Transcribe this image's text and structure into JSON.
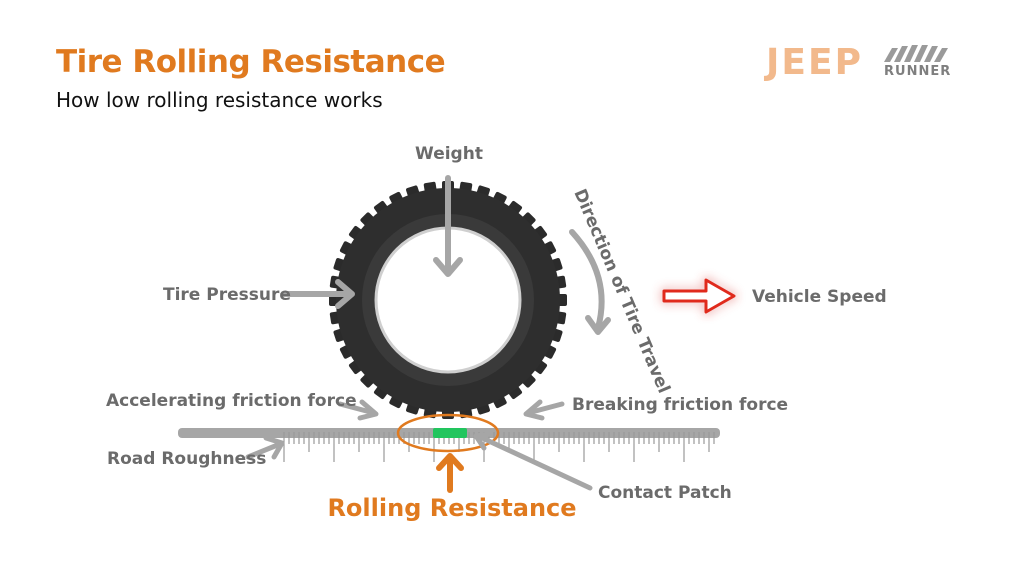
{
  "header": {
    "title": "Tire Rolling Resistance",
    "subtitle": "How low rolling resistance works"
  },
  "logo": {
    "word_main": "JEEP",
    "word_sub": "RUNNER",
    "main_color": "#f2b98c",
    "sub_color": "#7f7f7f"
  },
  "labels": {
    "weight": "Weight",
    "tire_pressure": "Tire Pressure",
    "direction": "Direction of Tire Travel",
    "vehicle_speed": "Vehicle Speed",
    "accelerating": "Accelerating friction force",
    "breaking": "Breaking friction force",
    "road_roughness": "Road Roughness",
    "contact_patch": "Contact Patch",
    "rolling_resistance": "Rolling Resistance"
  },
  "colors": {
    "title": "#e07a1f",
    "label_gray": "#6b6b6b",
    "arrow_gray": "#a6a6a6",
    "tire": "#2b2b2b",
    "speed_arrow": "#e02b1a",
    "contact_patch": "#22c55e",
    "rolling_arrow": "#e07a1f"
  }
}
